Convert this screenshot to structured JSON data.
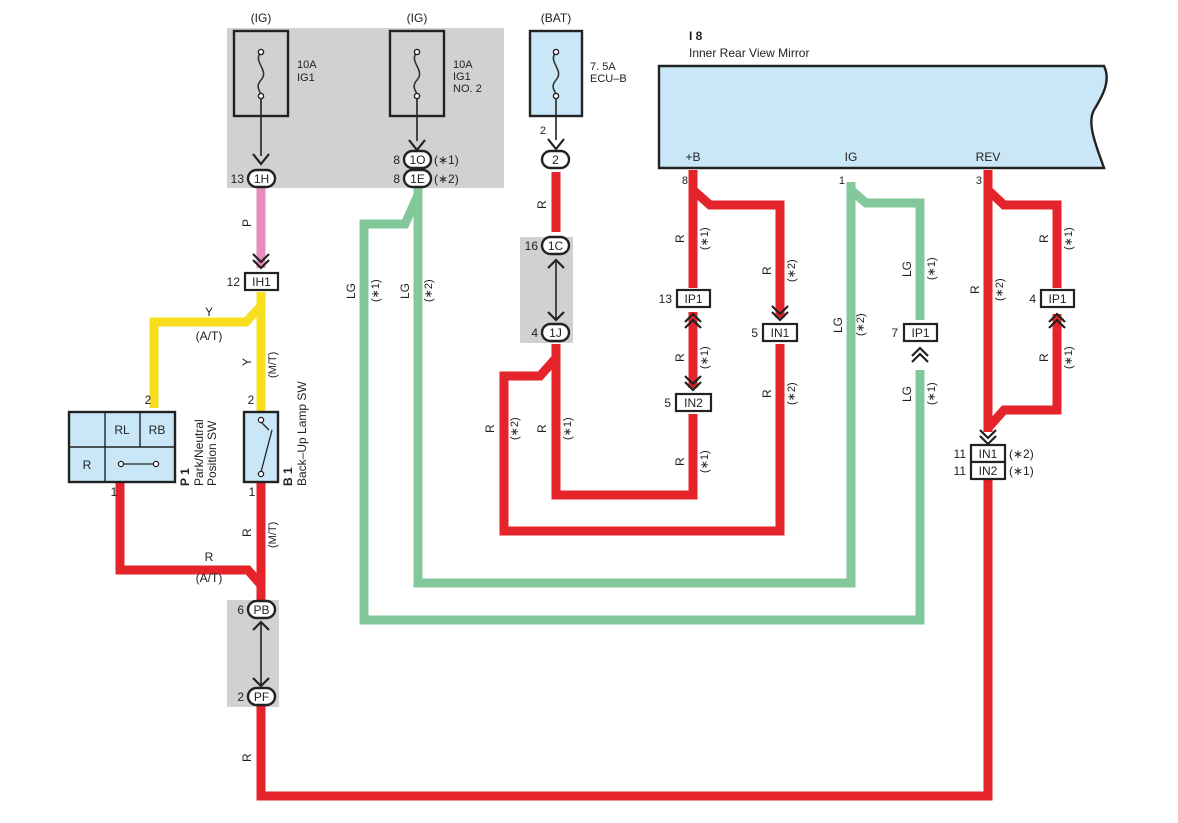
{
  "colors": {
    "red_wire": "#e5232a",
    "lightgreen_wire": "#82c89a",
    "yellow_wire": "#f7df1e",
    "pink_wire": "#e88cbc",
    "component_fill": "#c9e7f7",
    "junction_grey": "#d1d1d1"
  },
  "fuses": {
    "ig1": {
      "source": "(IG)",
      "rating": "10A",
      "name": "IG1",
      "name2": ""
    },
    "ig1_no2": {
      "source": "(IG)",
      "rating": "10A",
      "name": "IG1",
      "name2": "NO. 2"
    },
    "ecu_b": {
      "source": "(BAT)",
      "rating": "7. 5A",
      "name": "ECU–B",
      "pin": "2"
    }
  },
  "mirror": {
    "code": "I 8",
    "title": "Inner Rear View Mirror",
    "pins": [
      {
        "label": "+B",
        "num": "8"
      },
      {
        "label": "IG",
        "num": "1"
      },
      {
        "label": "REV",
        "num": "3"
      }
    ]
  },
  "connectors": {
    "c_1H": {
      "id": "1H",
      "pin": "13"
    },
    "c_1O": {
      "id": "1O",
      "pin": "8",
      "note": "(∗1)"
    },
    "c_1E": {
      "id": "1E",
      "pin": "8",
      "note": "(∗2)"
    },
    "c_2": {
      "id": "2",
      "pin": ""
    },
    "c_IH1": {
      "id": "IH1",
      "pin": "12"
    },
    "c_1C": {
      "id": "1C",
      "pin": "16"
    },
    "c_1J": {
      "id": "1J",
      "pin": "4"
    },
    "c_IP1_13": {
      "id": "IP1",
      "pin": "13"
    },
    "c_IN1_5": {
      "id": "IN1",
      "pin": "5"
    },
    "c_IN2_5": {
      "id": "IN2",
      "pin": "5"
    },
    "c_IP1_7": {
      "id": "IP1",
      "pin": "7"
    },
    "c_IP1_4": {
      "id": "IP1",
      "pin": "4"
    },
    "c_IN1_11": {
      "id": "IN1",
      "pin": "11",
      "note": "(∗2)"
    },
    "c_IN2_11": {
      "id": "IN2",
      "pin": "11",
      "note": "(∗1)"
    },
    "c_PB": {
      "id": "PB",
      "pin": "6"
    },
    "c_PF": {
      "id": "PF",
      "pin": "2"
    }
  },
  "switches": {
    "park_neutral": {
      "code": "P 1",
      "name_line1": "Park/Neutral",
      "name_line2": "Position SW",
      "cells": [
        "RL",
        "RB",
        "R"
      ],
      "pin_top": "2",
      "pin_bottom": "1"
    },
    "backup_lamp": {
      "code": "B 1",
      "name": "Back–Up Lamp SW",
      "pin_top": "2",
      "pin_bottom": "1"
    }
  },
  "wire_labels": {
    "p": "P",
    "y": "Y",
    "r": "R",
    "lg": "LG",
    "at": "(A/T)",
    "mt": "(M/T)",
    "n1": "(∗1)",
    "n2": "(∗2)"
  }
}
